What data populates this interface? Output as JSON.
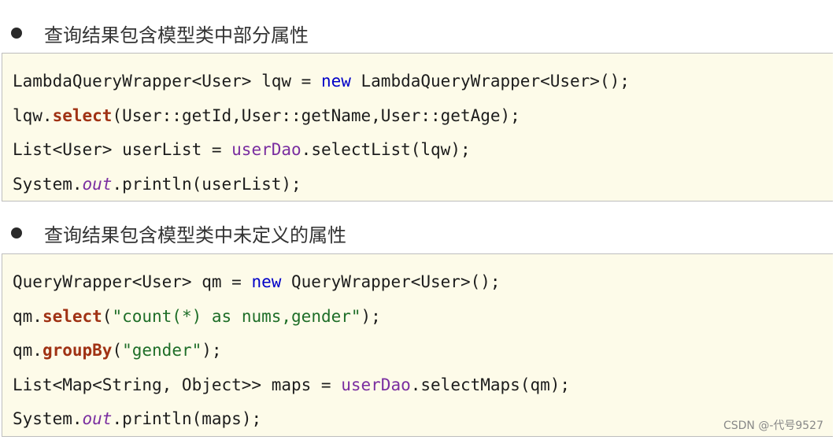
{
  "section1": {
    "heading": "查询结果包含模型类中部分属性",
    "lines": [
      {
        "t1": "LambdaQueryWrapper<User> lqw = ",
        "kw": "new",
        "t2": " LambdaQueryWrapper<User>();"
      },
      {
        "t1": "lqw.",
        "method": "select",
        "t2": "(User::getId,User::getName,User::getAge);"
      },
      {
        "t1": "List<User> userList = ",
        "field": "userDao",
        "t2": ".selectList(lqw);"
      },
      {
        "t1": "System.",
        "static": "out",
        "t2": ".println(userList);"
      }
    ]
  },
  "section2": {
    "heading": "查询结果包含模型类中未定义的属性",
    "lines": [
      {
        "t1": "QueryWrapper<User> qm = ",
        "kw": "new",
        "t2": " QueryWrapper<User>();"
      },
      {
        "t1": "qm.",
        "method": "select",
        "t2": "(",
        "str": "\"count(*) as nums,gender\"",
        "t3": ");"
      },
      {
        "t1": "qm.",
        "method": "groupBy",
        "t2": "(",
        "str": "\"gender\"",
        "t3": ");"
      },
      {
        "t1": "List<Map<String, Object>> maps = ",
        "field": "userDao",
        "t2": ".selectMaps(qm);"
      },
      {
        "t1": "System.",
        "static": "out",
        "t2": ".println(maps);"
      }
    ]
  },
  "watermark": "CSDN @-代号9527"
}
